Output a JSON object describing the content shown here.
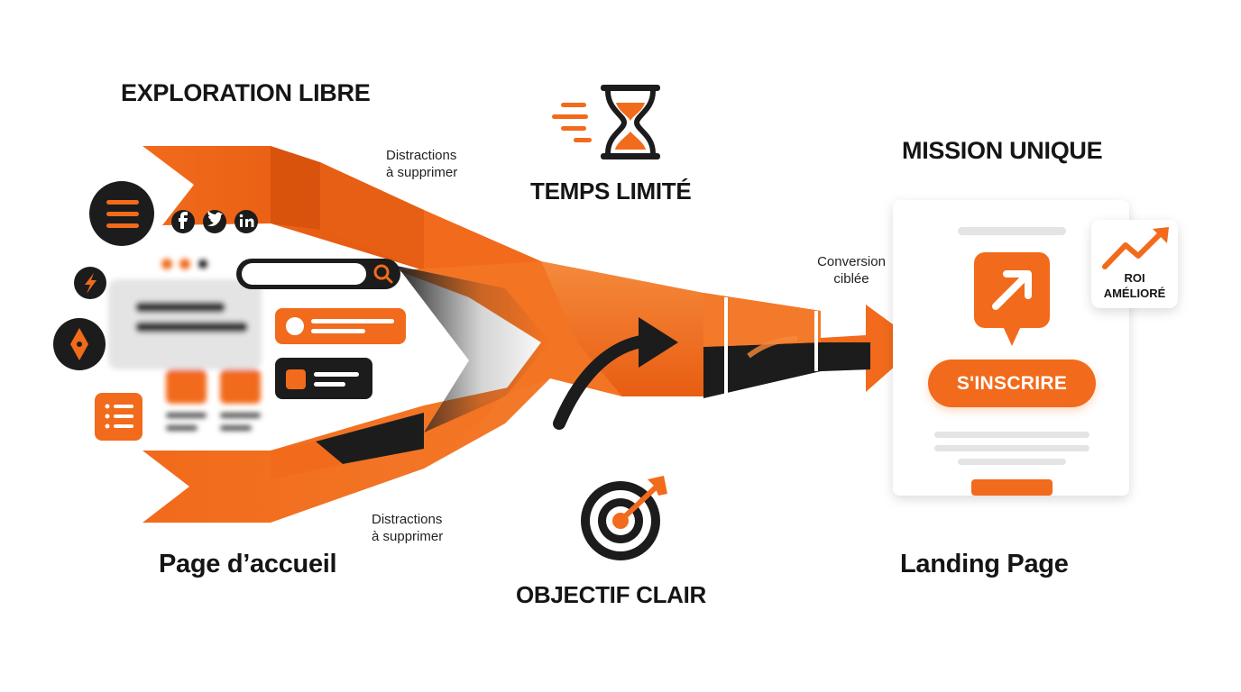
{
  "headings": {
    "exploration": "EXPLORATION LIBRE",
    "temps": "TEMPS LIMITÉ",
    "mission": "MISSION UNIQUE",
    "homepage": "Page d’accueil",
    "objectif": "OBJECTIF CLAIR",
    "landing": "Landing Page"
  },
  "notes": {
    "distractions_top": [
      "Distractions",
      "à supprimer"
    ],
    "distractions_bottom": [
      "Distractions",
      "à supprimer"
    ],
    "conversion": [
      "Conversion",
      "ciblée"
    ]
  },
  "landing_card": {
    "cta_label": "S'INSCRIRE",
    "roi_label": [
      "ROI",
      "AMÉLIORÉ"
    ]
  },
  "icons": {
    "left": [
      "menu-icon",
      "facebook-icon",
      "twitter-icon",
      "linkedin-icon",
      "bolt-icon",
      "compass-icon",
      "list-icon",
      "search-icon"
    ],
    "center": [
      "hourglass-icon",
      "target-icon"
    ],
    "right": [
      "arrow-up-right-icon",
      "trend-up-icon"
    ]
  },
  "colors": {
    "accent": "#f26a1b",
    "dark": "#1c1c1c",
    "light_gray": "#e4e4e4"
  }
}
